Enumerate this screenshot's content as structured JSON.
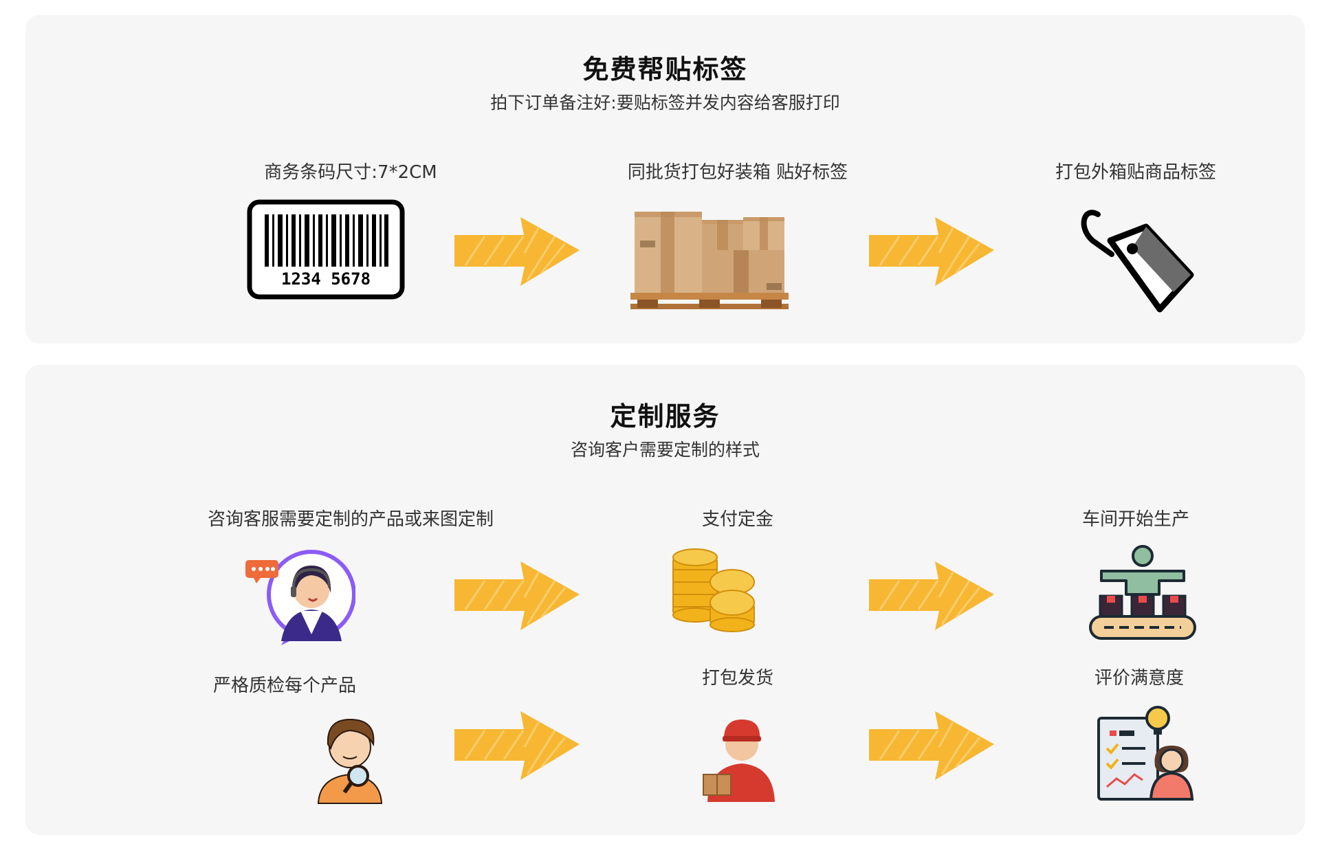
{
  "section1": {
    "title": "免费帮贴标签",
    "subtitle": "拍下订单备注好:要贴标签并发内容给客服打印",
    "steps": [
      {
        "label": "商务条码尺寸:7*2CM",
        "icon": "barcode-icon",
        "barcode_text": "1234 5678"
      },
      {
        "label": "同批货打包好装箱 贴好标签",
        "icon": "cardboard-boxes-pallet-icon"
      },
      {
        "label": "打包外箱贴商品标签",
        "icon": "price-tag-icon"
      }
    ]
  },
  "section2": {
    "title": "定制服务",
    "subtitle": "咨询客户需要定制的样式",
    "steps": [
      {
        "label": "咨询客服需要定制的产品或来图定制",
        "icon": "customer-service-agent-icon"
      },
      {
        "label": "支付定金",
        "icon": "gold-coins-icon"
      },
      {
        "label": "车间开始生产",
        "icon": "production-line-worker-icon"
      },
      {
        "label": "严格质检每个产品",
        "icon": "quality-inspector-magnifier-icon"
      },
      {
        "label": "打包发货",
        "icon": "delivery-man-with-box-icon"
      },
      {
        "label": "评价满意度",
        "icon": "satisfaction-survey-icon"
      }
    ]
  },
  "colors": {
    "panel_bg": "#f6f6f6",
    "arrow": "#f7b733",
    "title_text": "#111111",
    "body_text": "#333333"
  },
  "arrow_icon": "right-arrow-icon"
}
